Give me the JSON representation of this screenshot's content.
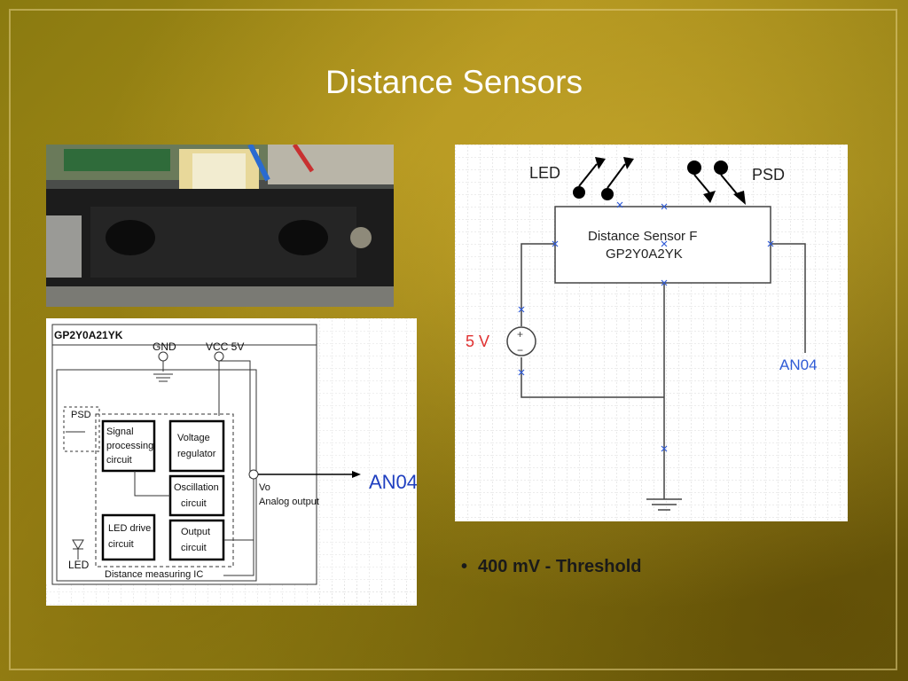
{
  "slide": {
    "title": "Distance Sensors",
    "bullet": "400 mV - Threshold"
  },
  "right_schematic": {
    "led_label": "LED",
    "psd_label": "PSD",
    "box_line1": "Distance Sensor F",
    "box_line2": "GP2Y0A2YK",
    "source_label": "5 V",
    "output_label": "AN04"
  },
  "left_schematic": {
    "part_label": "GP2Y0A21YK",
    "gnd_label": "GND",
    "vcc_label": "VCC 5V",
    "psd_label": "PSD",
    "led_label": "LED",
    "signal_block": [
      "Signal",
      "processing",
      "circuit"
    ],
    "voltage_block": [
      "Voltage",
      "regulator"
    ],
    "oscillation_block": [
      "Oscillation",
      "circuit"
    ],
    "led_drive_block": [
      "LED drive",
      "circuit"
    ],
    "output_block": [
      "Output",
      "circuit"
    ],
    "vo_label": "Vo",
    "analog_output_label": "Analog output",
    "ic_label": "Distance measuring IC",
    "output_label": "AN04"
  }
}
